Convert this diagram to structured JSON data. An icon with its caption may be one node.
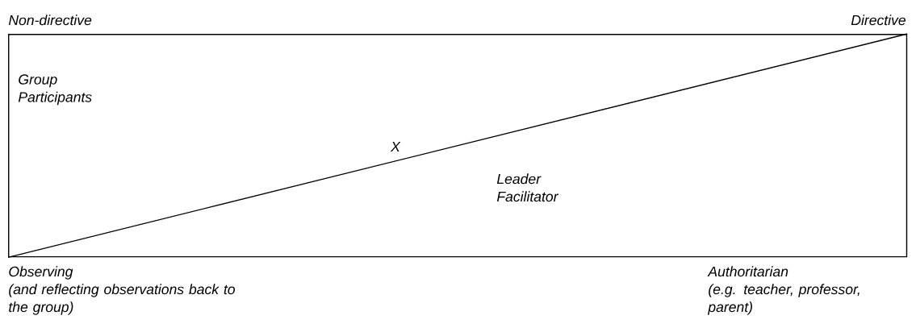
{
  "diagram": {
    "nodes": [
      {
        "text": [
          "Group Participants",
          "X",
          "Leader Facilitator"
        ]
      }
    ],
    "edges": [],
    "labels": [
      "Non-directive",
      "Directive",
      "Observing",
      "(and reflecting observations back to the group)",
      "Authoritarian",
      "(e.g. teacher, professor, parent)"
    ]
  }
}
